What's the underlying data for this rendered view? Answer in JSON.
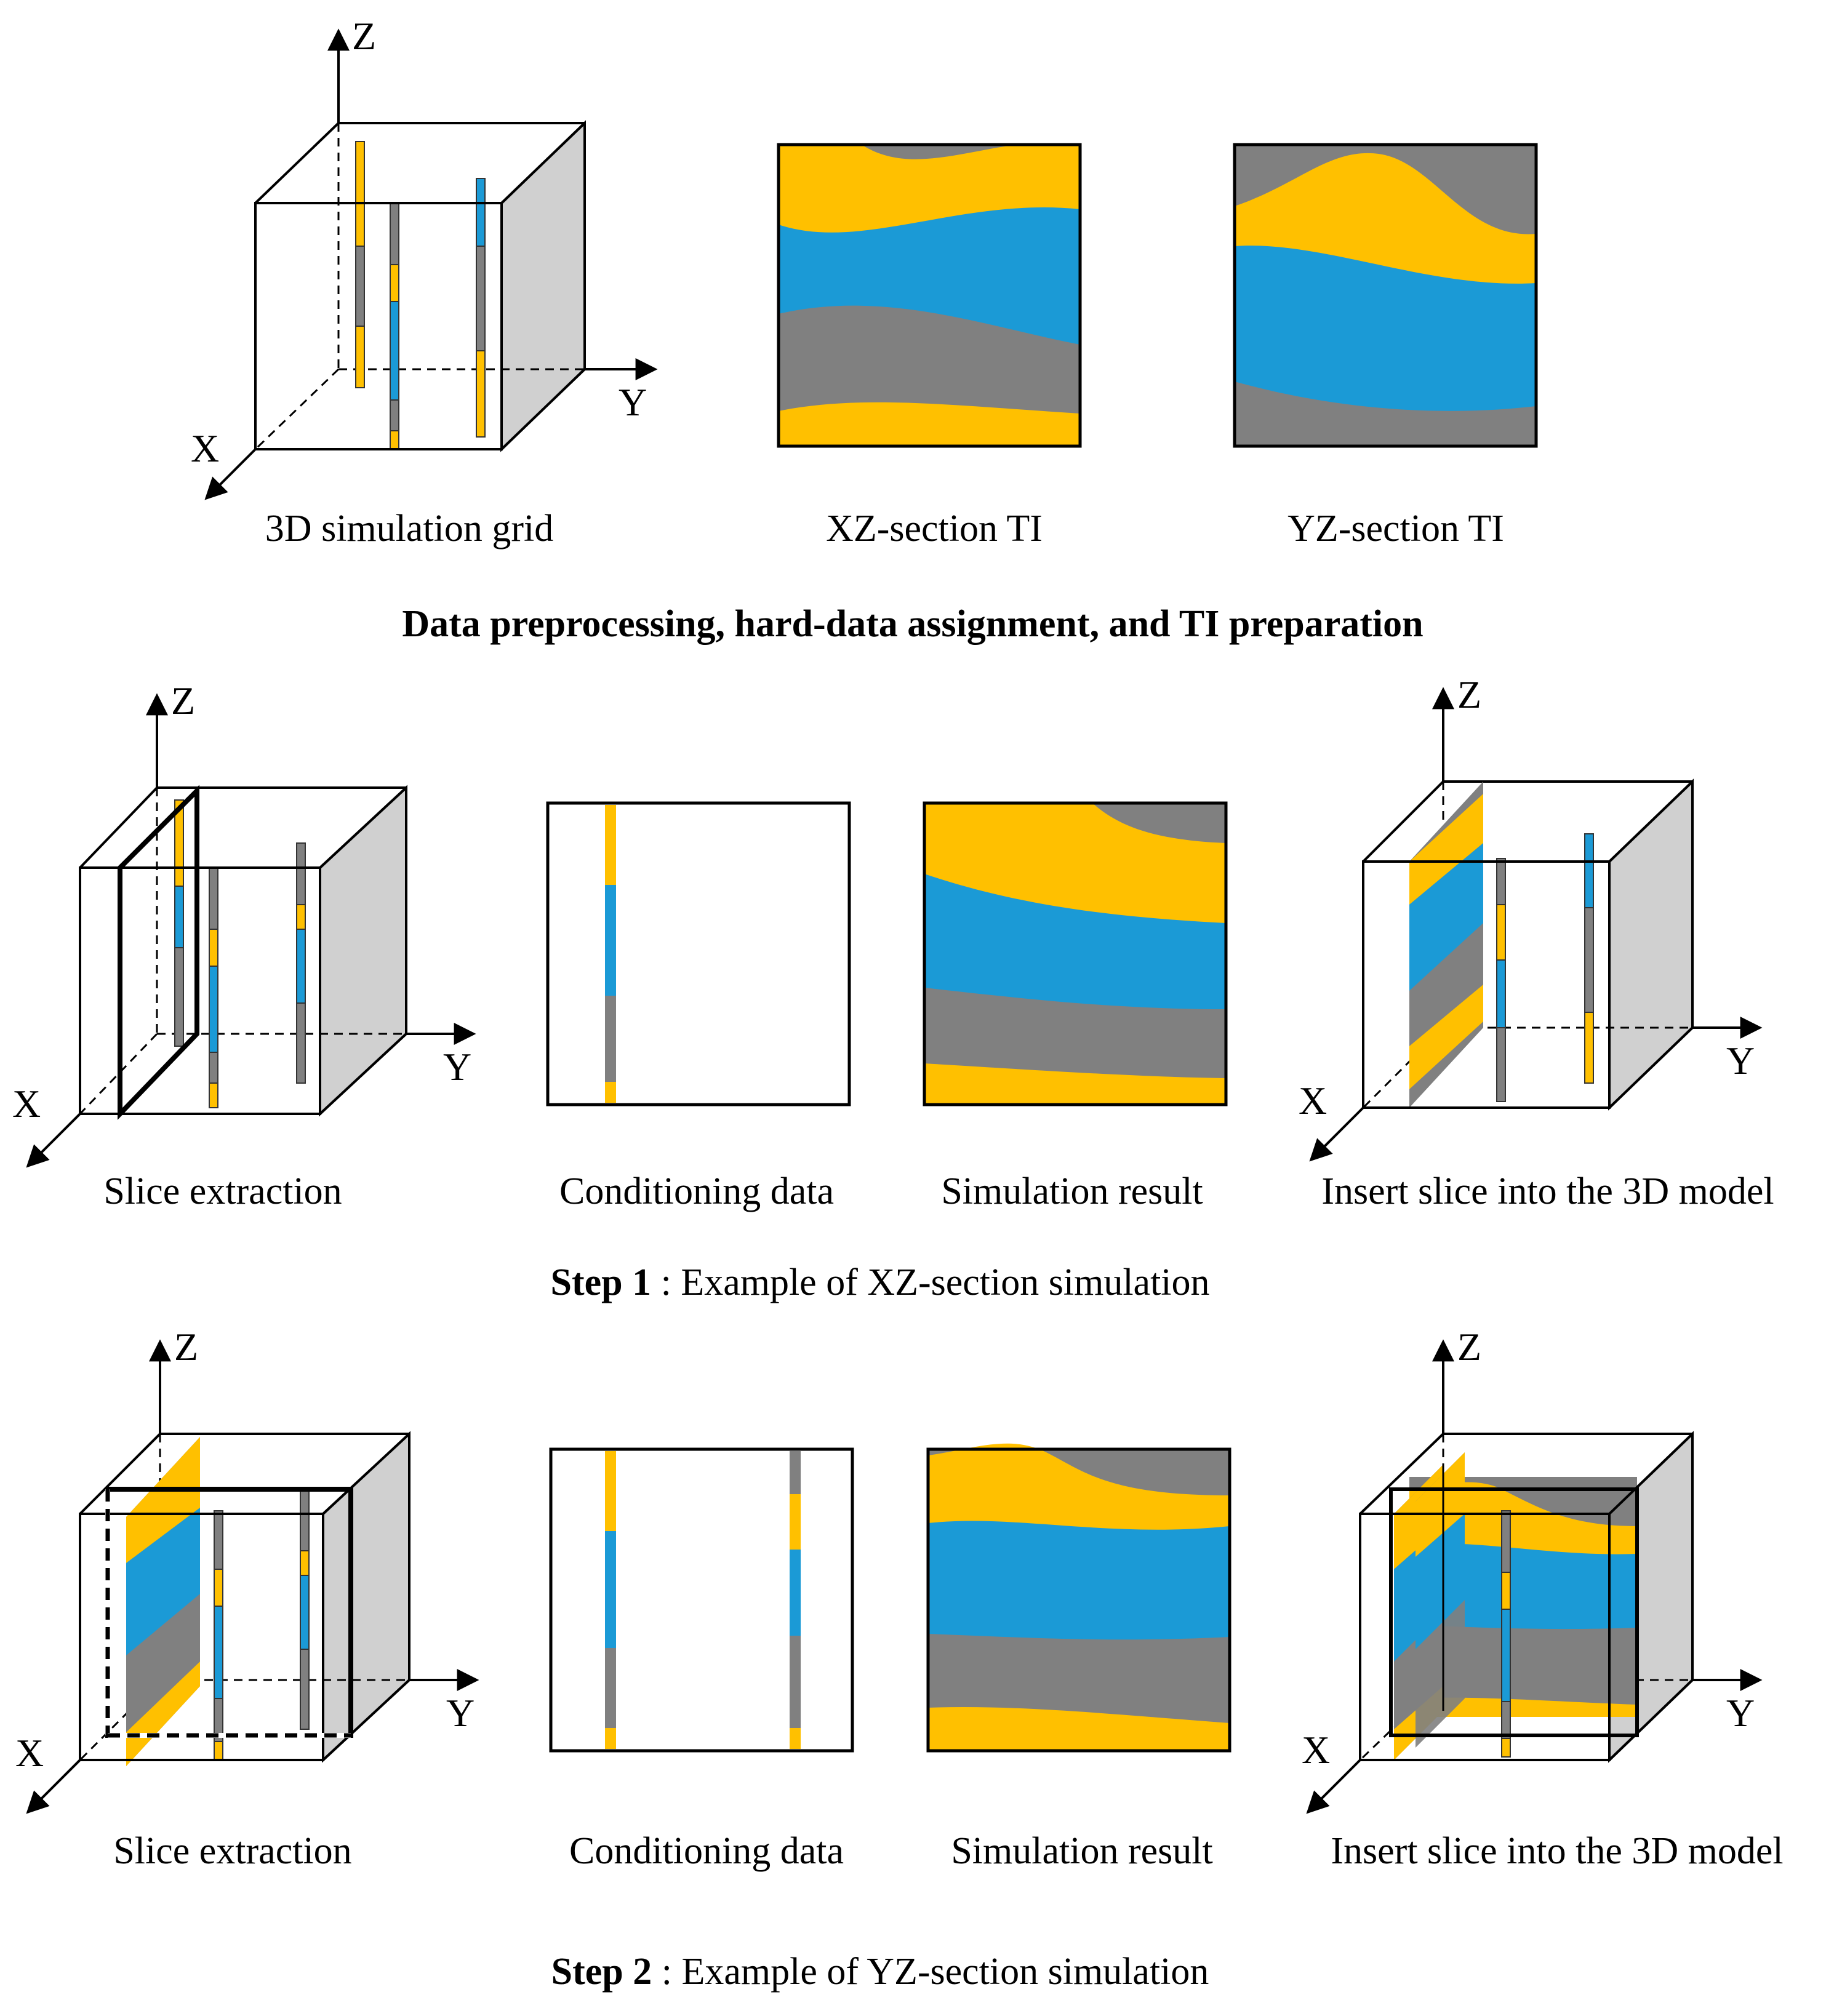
{
  "axes": {
    "x": "X",
    "y": "Y",
    "z": "Z"
  },
  "row1": {
    "captions": [
      "3D simulation grid",
      "XZ-section TI",
      "YZ-section TI"
    ],
    "title": "Data preprocessing, hard-data assignment, and TI preparation"
  },
  "row2": {
    "captions": [
      "Slice extraction",
      "Conditioning data",
      "Simulation result",
      "Insert slice into the 3D model"
    ],
    "step_label": "Step 1",
    "step_text": " : Example of XZ-section simulation"
  },
  "row3": {
    "captions": [
      "Slice extraction",
      "Conditioning data",
      "Simulation result",
      "Insert slice into the 3D model"
    ],
    "step_label": "Step 2",
    "step_text": " : Example of YZ-section simulation"
  },
  "colors": {
    "yellow": "#FFC000",
    "blue": "#1B9AD6",
    "gray": "#808080",
    "side": "#D0D0D0",
    "outline": "#000000"
  }
}
